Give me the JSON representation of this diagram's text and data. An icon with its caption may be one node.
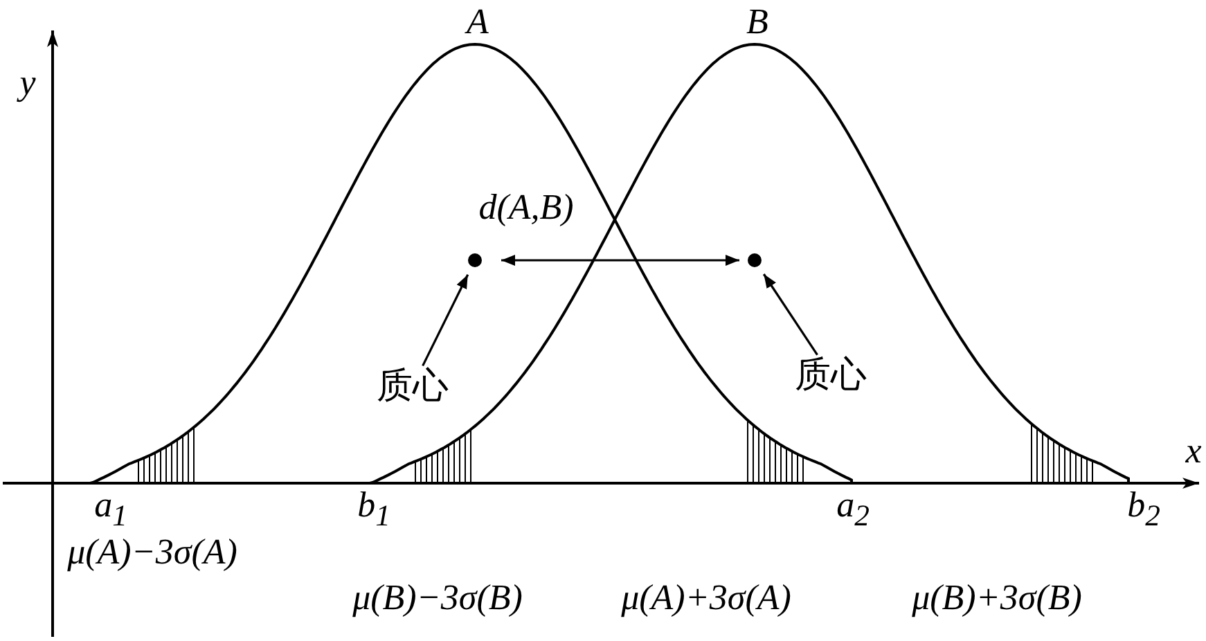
{
  "diagram": {
    "nodes": [
      {
        "text": [],
        "shape": "circle"
      },
      {
        "text": [],
        "shape": "circle"
      },
      {
        "text": [
          "质心"
        ]
      },
      {
        "text": [
          "质心"
        ]
      }
    ],
    "edges": [
      {
        "from": 0,
        "to": 1,
        "arrow": "both",
        "label": "d(A,B)"
      },
      {
        "from": 2,
        "to": 0,
        "arrow": "to"
      },
      {
        "from": 3,
        "to": 1,
        "arrow": "to"
      }
    ],
    "labels": [
      "A",
      "B",
      "y",
      "x",
      "a$_{1}$",
      "b$_{1}$",
      "a$_{2}$",
      "b$_{2}$",
      "μ(A)−3σ(A)",
      "μ(B)−3σ(B)",
      "μ(A)+3σ(A)",
      "μ(B)+3σ(B)"
    ]
  }
}
